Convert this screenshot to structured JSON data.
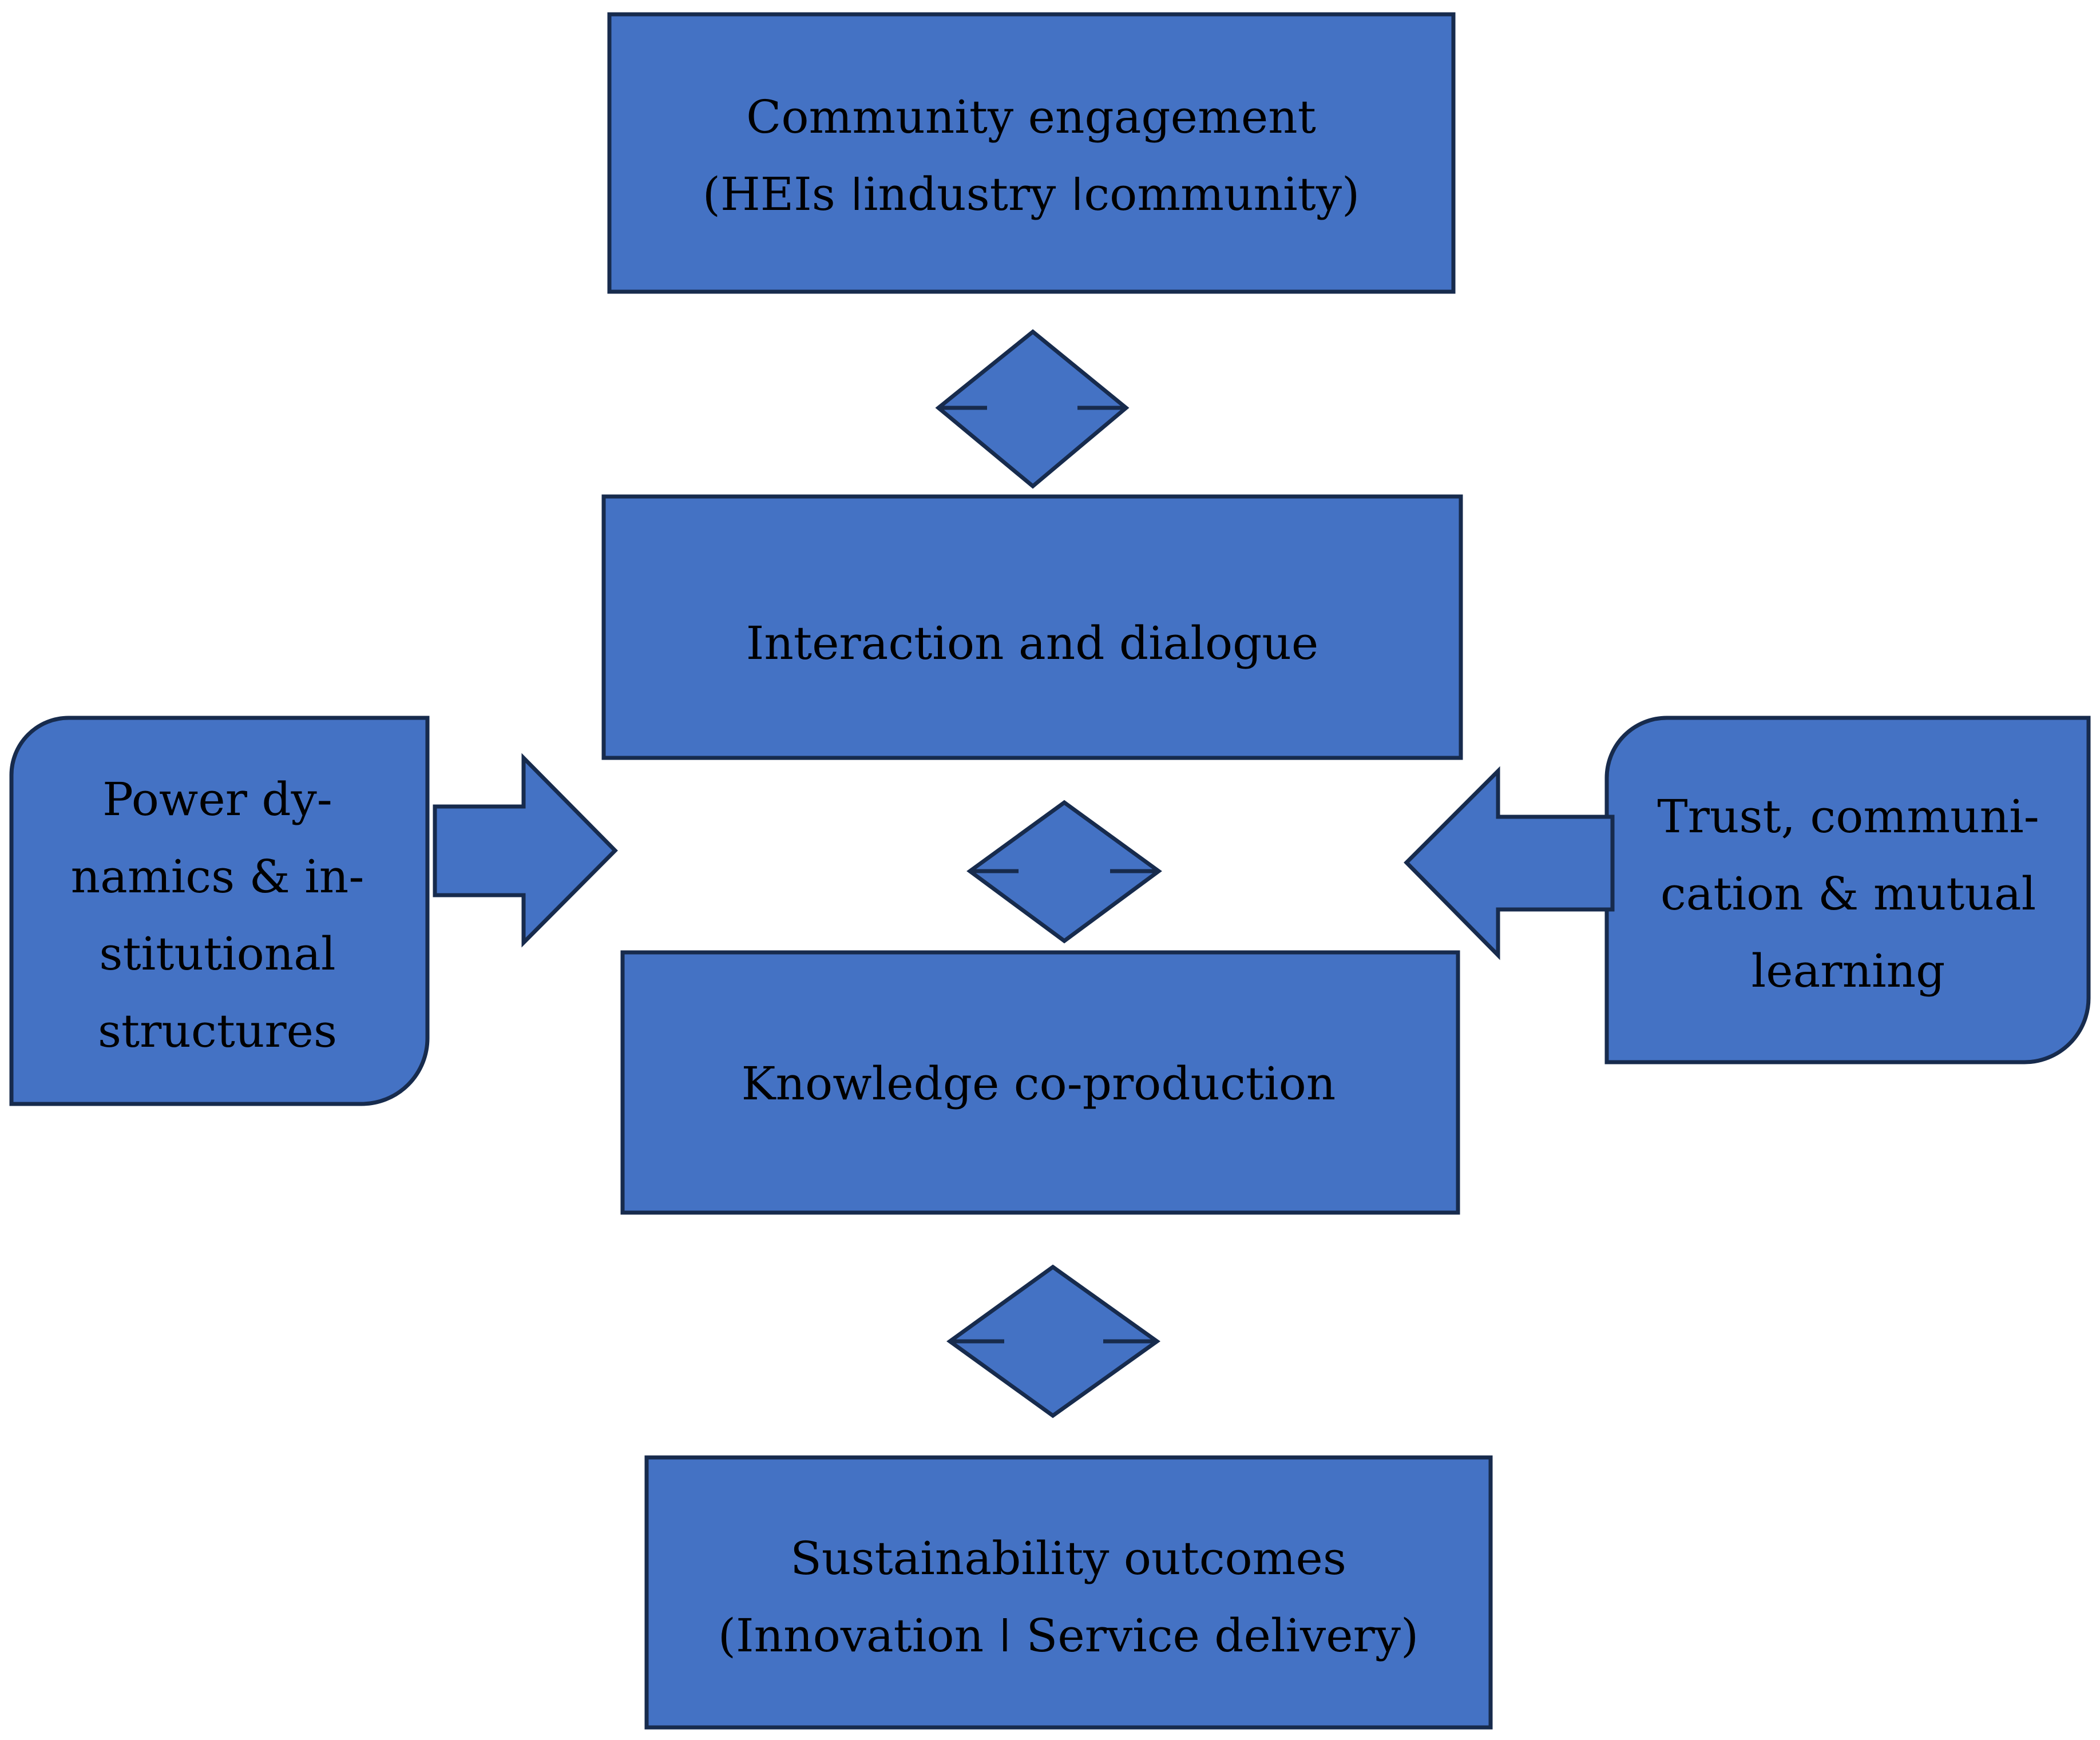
{
  "colors": {
    "box_fill": "#4472C4",
    "box_stroke": "#172B4D",
    "text": "#000000"
  },
  "boxes": {
    "community_engagement": [
      "Community engagement",
      "(HEIs ǀindustry ǀcommunity)"
    ],
    "interaction_dialogue": [
      "Interaction and dialogue"
    ],
    "knowledge_coproduction": [
      "Knowledge co-production"
    ],
    "sustainability_outcomes": [
      "Sustainability outcomes",
      "(Innovation ǀ Service delivery)"
    ]
  },
  "side_notes": {
    "power_dynamics": [
      "Power dy-",
      "namics & in-",
      "stitutional",
      "structures"
    ],
    "trust_communication": [
      "Trust, communi-",
      "cation & mutual",
      "learning"
    ]
  },
  "connectors": [
    "diamond-connector",
    "diamond-connector",
    "diamond-connector"
  ]
}
